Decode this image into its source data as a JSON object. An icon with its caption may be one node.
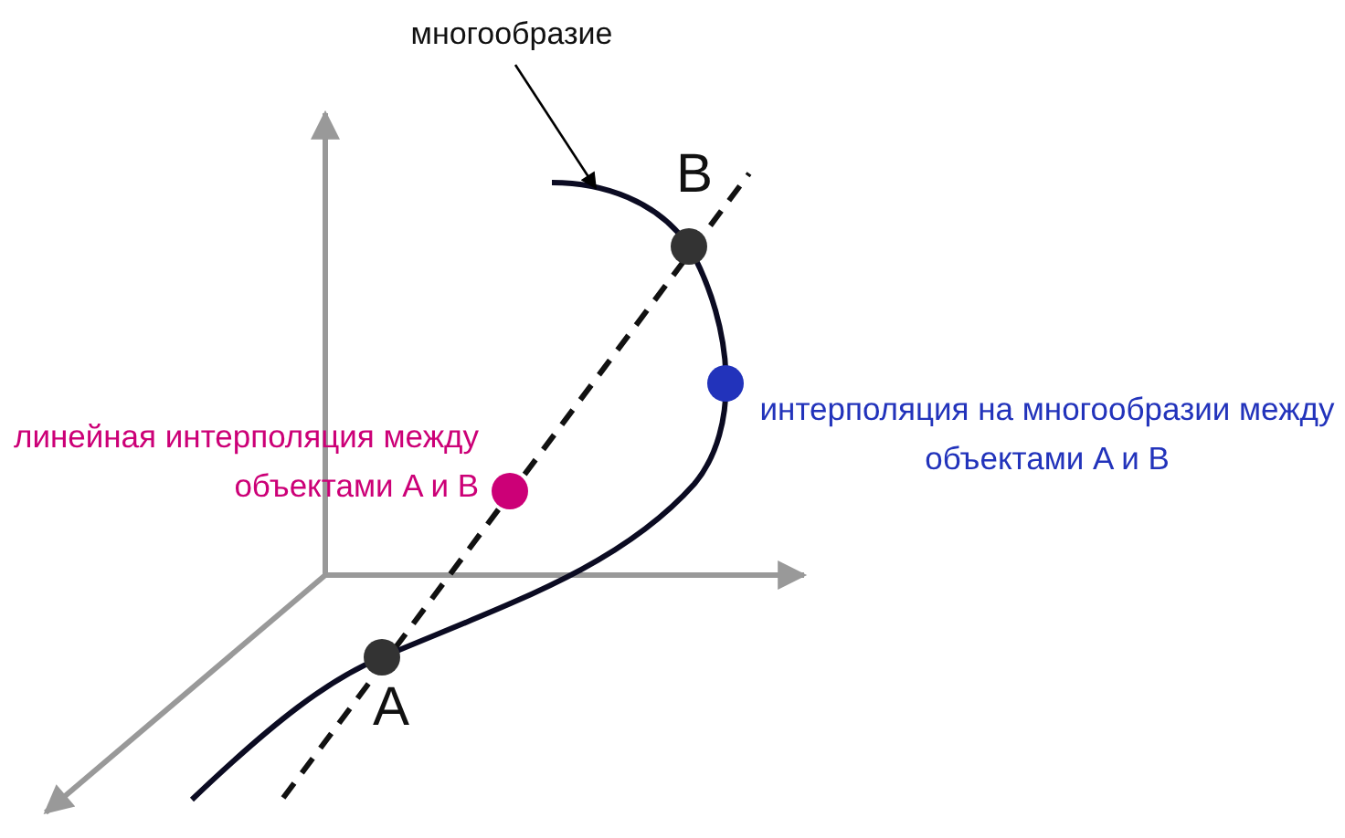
{
  "diagram": {
    "nodes": [
      {
        "text": [
          "многообразие"
        ]
      },
      {
        "text": [],
        "shape": "curve"
      }
    ],
    "edges": [
      {
        "from": 0,
        "to": 1,
        "arrow": "to"
      }
    ],
    "labels": [
      "B",
      "A",
      "линейная интерполяция между объектами A и B",
      "интерполяция на многообразии между объектами A и B"
    ]
  }
}
